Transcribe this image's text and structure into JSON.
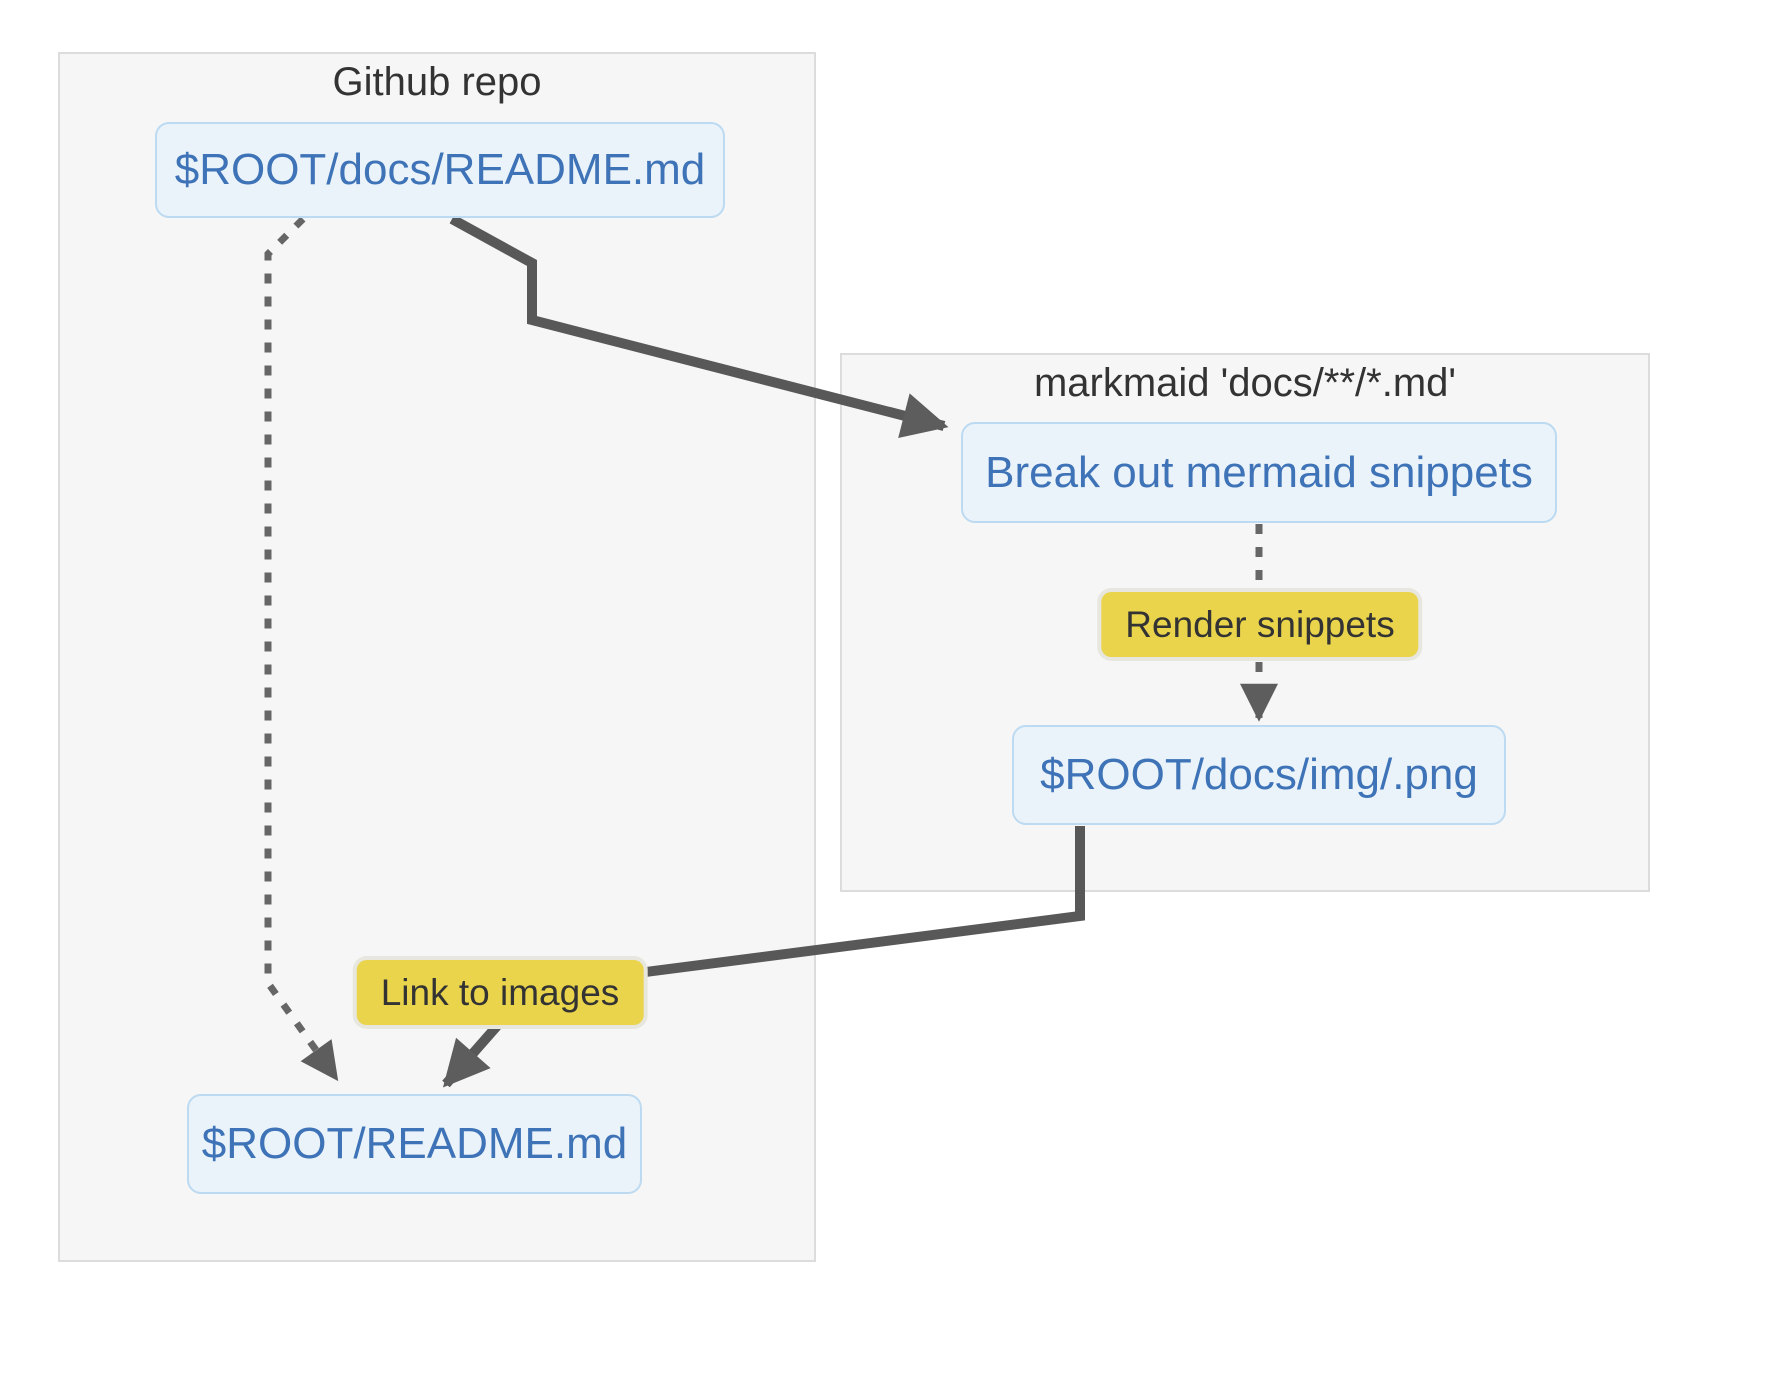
{
  "diagram": {
    "type": "flowchart",
    "subgraphs": [
      {
        "id": "github_repo",
        "title": "Github repo"
      },
      {
        "id": "markmaid",
        "title": "markmaid 'docs/**/*.md'"
      }
    ],
    "nodes": [
      {
        "id": "docs_readme",
        "label": "$ROOT/docs/README.md",
        "subgraph": "github_repo"
      },
      {
        "id": "break_out",
        "label": "Break out mermaid snippets",
        "subgraph": "markmaid"
      },
      {
        "id": "docs_img",
        "label": "$ROOT/docs/img/.png",
        "subgraph": "markmaid"
      },
      {
        "id": "root_readme",
        "label": "$ROOT/README.md",
        "subgraph": "github_repo"
      }
    ],
    "edge_labels": [
      {
        "id": "render_snippets",
        "label": "Render snippets"
      },
      {
        "id": "link_to_images",
        "label": "Link to images"
      }
    ],
    "edges": [
      {
        "from": "docs_readme",
        "to": "root_readme",
        "style": "dotted",
        "label": ""
      },
      {
        "from": "docs_readme",
        "to": "break_out",
        "style": "solid",
        "label": ""
      },
      {
        "from": "break_out",
        "to": "docs_img",
        "style": "dotted",
        "label": "Render snippets"
      },
      {
        "from": "docs_img",
        "to": "root_readme",
        "style": "solid",
        "label": "Link to images"
      }
    ],
    "colors": {
      "background": "#ffffff",
      "node_fill": "#ebf3fa",
      "node_border": "#bcdaf1",
      "node_text": "#3e73b7",
      "subgraph_fill": "#f6f6f6",
      "subgraph_border": "#dcdcdc",
      "subgraph_title_text": "#333333",
      "edge_label_fill": "#e9d44c",
      "edge_label_text": "#333333",
      "edge_solid": "#585858",
      "edge_dotted": "#666666",
      "arrowhead": "#5d5d5d"
    }
  }
}
